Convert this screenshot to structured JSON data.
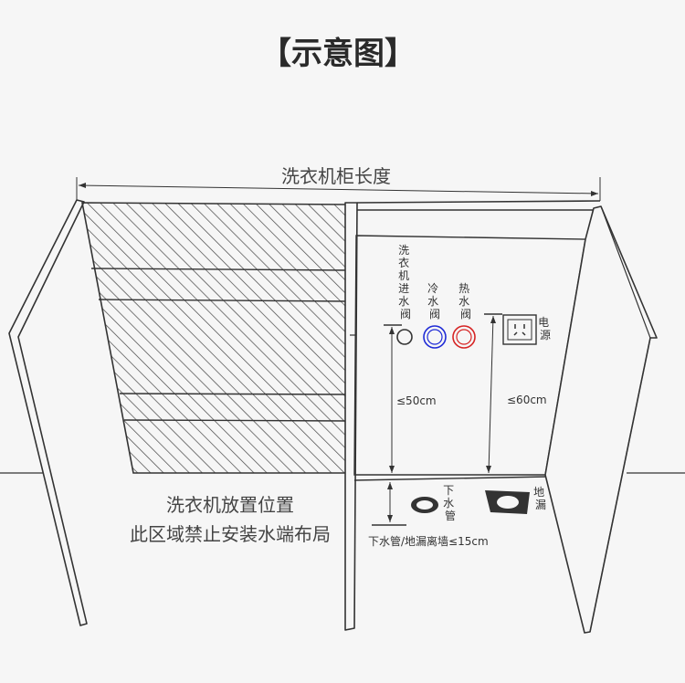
{
  "title": "【示意图】",
  "cabinet_length": "洗衣机柜长度",
  "zone_note": {
    "line1": "洗衣机放置位置",
    "line2": "此区域禁止安装水端布局"
  },
  "labels": {
    "inlet_valve": "洗衣机进水阀",
    "cold_valve": "冷水阀",
    "hot_valve": "热水阀",
    "power": "电源",
    "drain_pipe": "下水管",
    "floor_drain": "地漏",
    "dim_50": "≤50cm",
    "dim_60": "≤60cm",
    "distance_note": "下水管/地漏离墙≤15cm"
  },
  "colors": {
    "outline": "#333333",
    "background": "#f6f6f6",
    "cold": "#1f2bd6",
    "hot": "#d62424",
    "hatch": "#444444"
  }
}
